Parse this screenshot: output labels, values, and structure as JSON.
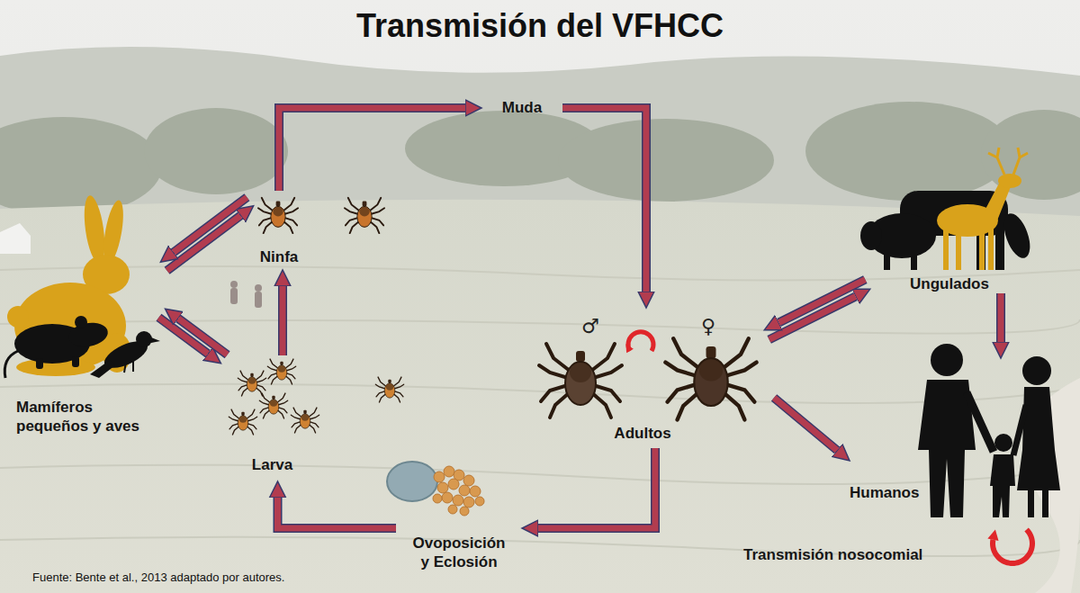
{
  "diagram": {
    "title": "Transmisión del VFHCC",
    "caption": "Fuente: Bente et al., 2013 adaptado por autores.",
    "nodes": [
      {
        "text": [
          "Muda"
        ]
      },
      {
        "text": [
          "Ninfa"
        ]
      },
      {
        "text": [
          "Mamíferos pequeños y aves"
        ]
      },
      {
        "text": [
          "Larva"
        ]
      },
      {
        "text": [
          "Adultos"
        ]
      },
      {
        "text": [
          "Ovoposición y Eclosión"
        ]
      },
      {
        "text": [
          "Ungulados"
        ]
      },
      {
        "text": [
          "Humanos"
        ]
      }
    ],
    "edges": [
      {
        "from": 1,
        "to": 0,
        "arrow": "to"
      },
      {
        "from": 0,
        "to": 4,
        "arrow": "to"
      },
      {
        "from": 4,
        "to": 5,
        "arrow": "to"
      },
      {
        "from": 5,
        "to": 3,
        "arrow": "to"
      },
      {
        "from": 3,
        "to": 1,
        "arrow": "to"
      },
      {
        "from": 2,
        "to": 1,
        "arrow": "both"
      },
      {
        "from": 2,
        "to": 3,
        "arrow": "both"
      },
      {
        "from": 4,
        "to": 6,
        "arrow": "both"
      },
      {
        "from": 4,
        "to": 7,
        "arrow": "to"
      },
      {
        "from": 6,
        "to": 7,
        "arrow": "to"
      },
      {
        "from": 7,
        "to": 7,
        "arrow": "to",
        "label": "Transmisión nosocomial"
      }
    ],
    "labels": [
      "♂",
      "♀"
    ]
  }
}
